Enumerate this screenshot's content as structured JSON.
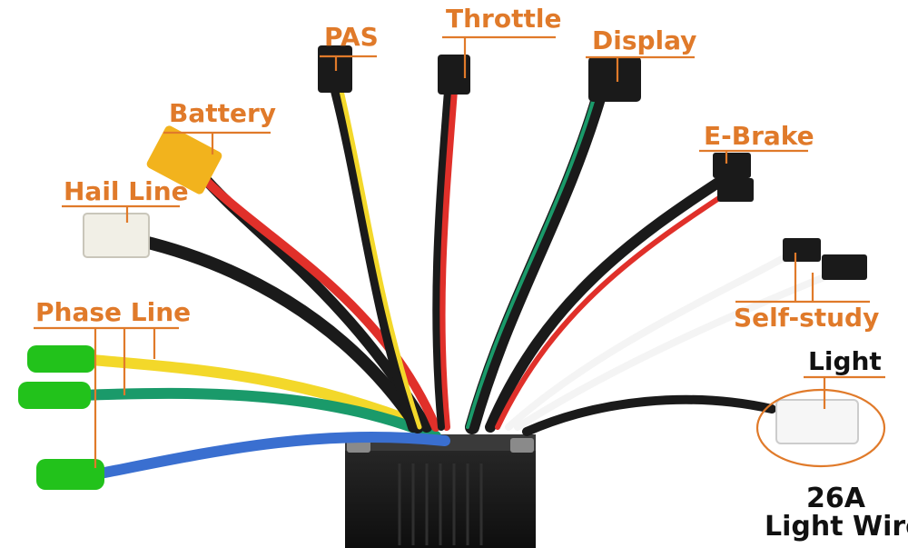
{
  "labels": {
    "pas": "PAS",
    "throttle": "Throttle",
    "display": "Display",
    "battery": "Battery",
    "e_brake": "E-Brake",
    "hail_line": "Hail Line",
    "phase_line": "Phase Line",
    "self_study": "Self-study",
    "light": "Light",
    "rating": "26A",
    "light_wire": "Light Wire"
  },
  "colors": {
    "label_orange": "#e07a2a",
    "label_black": "#111111",
    "wire_red": "#e0302a",
    "wire_black": "#1a1a1a",
    "wire_yellow": "#f3d82a",
    "wire_green": "#1a9a6a",
    "wire_blue": "#3a6fd0",
    "wire_white": "#f4f4f4",
    "connector_yellow": "#f2b31d",
    "connector_green": "#22c21b",
    "controller_body": "#1b1b1b"
  }
}
